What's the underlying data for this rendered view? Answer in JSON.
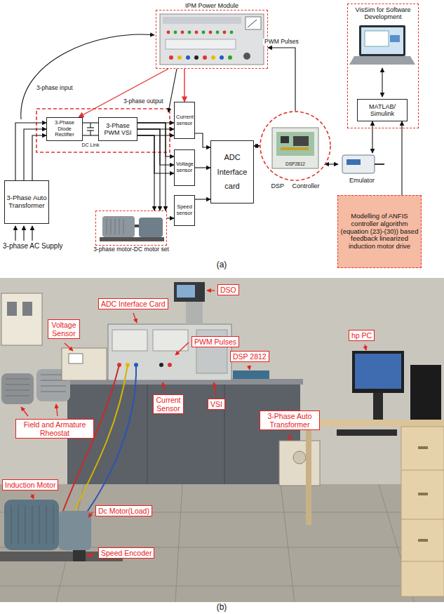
{
  "diagram": {
    "nodes": [
      {
        "text": [
          "IPM Power Module"
        ]
      },
      {
        "text": [
          "VisSim for Software Development"
        ]
      },
      {
        "text": [
          "MATLAB/ Simulink"
        ],
        "in": 1
      },
      {
        "text": [
          "3-Phase Diode Rectifier"
        ]
      },
      {
        "text": [
          "3-Phase PWM VSI"
        ]
      },
      {
        "text": [
          "Current sensor"
        ]
      },
      {
        "text": [
          "DSP Controller"
        ]
      },
      {
        "text": [
          "Voltage sensor"
        ]
      },
      {
        "text": [
          "ADC Interface card"
        ]
      },
      {
        "text": [
          "Emulator"
        ]
      },
      {
        "text": [
          "3-Phase Auto Transformer"
        ]
      },
      {
        "text": [
          "Speed sensor"
        ]
      },
      {
        "text": [
          "Modelling of ANFIS controller algorithm (equation (23)-(30)) based feedback linearized induction motor drive"
        ]
      },
      {
        "text": [
          "3-phase motor-DC motor set"
        ]
      },
      {
        "text": [
          "DSO"
        ]
      },
      {
        "text": [
          "ADC Interface Card"
        ]
      },
      {
        "text": [
          "Voltage Sensor"
        ]
      },
      {
        "text": [
          "PWM Pulses"
        ]
      },
      {
        "text": [
          "DSP 2812"
        ]
      },
      {
        "text": [
          "hp PC"
        ]
      },
      {
        "text": [
          "Current Sensor"
        ]
      },
      {
        "text": [
          "VSI"
        ]
      },
      {
        "text": [
          "3-Phase Auto Transformer"
        ]
      },
      {
        "text": [
          "Field and Armature Rheostat"
        ]
      },
      {
        "text": [
          "Induction Motor"
        ]
      },
      {
        "text": [
          "Dc Motor(Load)"
        ]
      },
      {
        "text": [
          "Speed Encoder"
        ]
      }
    ],
    "edges": [
      {
        "from": 0,
        "to": 3,
        "arrow": "to"
      },
      {
        "from": 0,
        "to": 5,
        "arrow": "to"
      },
      {
        "from": 10,
        "to": 3,
        "arrow": "to"
      },
      {
        "from": 3,
        "to": 4,
        "label": "DC Link",
        "arrow": "none"
      },
      {
        "from": 4,
        "to": 5,
        "arrow": "to"
      },
      {
        "from": 4,
        "to": 7,
        "arrow": "to"
      },
      {
        "from": 4,
        "to": 13,
        "arrow": "to"
      },
      {
        "from": 13,
        "to": 11,
        "arrow": "to"
      },
      {
        "from": 5,
        "to": 8,
        "arrow": "to"
      },
      {
        "from": 7,
        "to": 8,
        "arrow": "to"
      },
      {
        "from": 11,
        "to": 8,
        "arrow": "to"
      },
      {
        "from": 8,
        "to": 6,
        "arrow": "both"
      },
      {
        "from": 6,
        "to": 0,
        "label": "PWM Pulses",
        "arrow": "to"
      },
      {
        "from": 6,
        "to": 9,
        "arrow": "both"
      },
      {
        "from": 2,
        "to": 9,
        "arrow": "both"
      },
      {
        "from": 12,
        "to": 2,
        "arrow": "to"
      }
    ],
    "labels": [
      "3-phase input",
      "3-phase output",
      "DSP2812",
      "3-phase AC Supply",
      "(a)",
      "(b)"
    ]
  }
}
